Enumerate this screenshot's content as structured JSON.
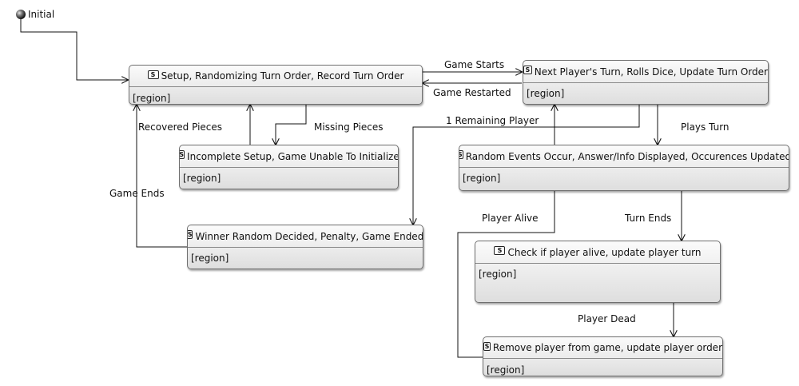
{
  "initial_label": "Initial",
  "region_label": "[region]",
  "state_icon": "S",
  "states": {
    "setup": "Setup, Randomizing Turn Order, Record Turn Order",
    "next_turn": "Next Player's Turn, Rolls Dice, Update Turn Order",
    "incomplete": "Incomplete Setup, Game Unable To Initialize",
    "random_events": "Random Events Occur, Answer/Info Displayed, Occurences Updated",
    "winner": "Winner Random Decided, Penalty, Game Ended",
    "check_alive": "Check if player alive, update player turn",
    "remove_player": "Remove player from game, update player order"
  },
  "transitions": {
    "game_starts": "Game Starts",
    "game_restarted": "Game Restarted",
    "recovered_pieces": "Recovered Pieces",
    "missing_pieces": "Missing Pieces",
    "one_remaining": "1 Remaining Player",
    "plays_turn": "Plays Turn",
    "game_ends": "Game Ends",
    "player_alive": "Player Alive",
    "turn_ends": "Turn Ends",
    "player_dead": "Player Dead"
  }
}
